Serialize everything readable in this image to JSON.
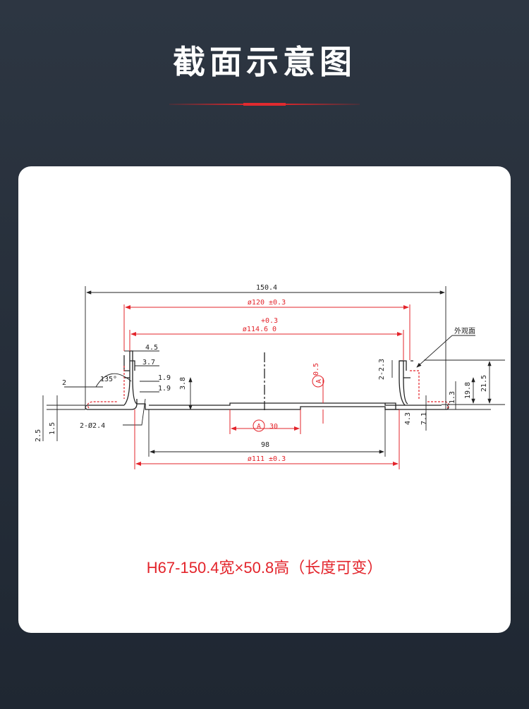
{
  "header": {
    "title": "截面示意图",
    "accent_color": "#e02a2f"
  },
  "drawing": {
    "dimensions": {
      "overall_width": "150.4",
      "inner_120": "ø120 ±0.3",
      "tol_plus": "+0.3",
      "inner_114": "ø114.6  0",
      "dim_4_5": "4.5",
      "dim_3_7": "3.7",
      "dim_1_9a": "1.9",
      "dim_1_9b": "1.9",
      "dim_3_8": "3.8",
      "dim_2": "2",
      "angle_135": "135°",
      "dim_2_5": "2.5",
      "dim_1_5": "1.5",
      "hole": "2-Ø2.4",
      "datum_a_05": "0.5",
      "datum_a_30": "30",
      "datum_letter": "A",
      "dim_98": "98",
      "bottom_111": "ø111 ±0.3",
      "dim_2_2_3": "2-2.3",
      "dim_4_3": "4.3",
      "dim_7_1": "7.1",
      "dim_1_3": "1.3",
      "dim_19_8": "19.8",
      "dim_21_5": "21.5",
      "outer_face": "外观面"
    },
    "colors": {
      "line": "#222222",
      "dim_red": "#e3242b"
    }
  },
  "caption": "H67-150.4宽×50.8高（长度可变）"
}
